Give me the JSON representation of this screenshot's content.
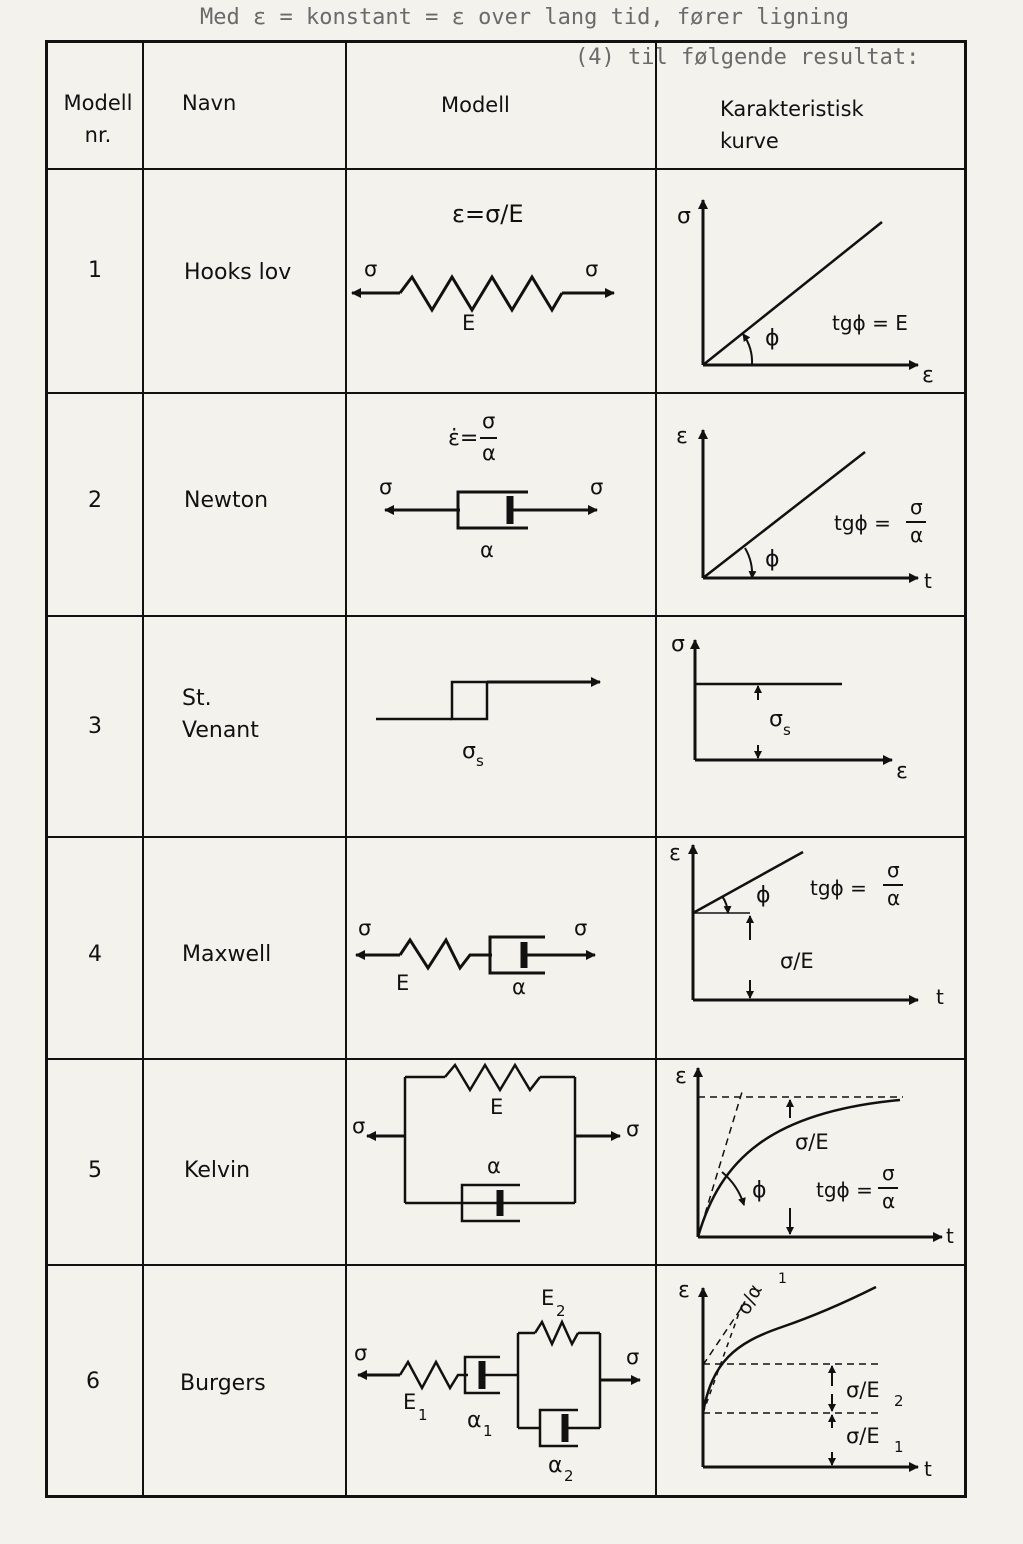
{
  "ghost_text": {
    "top_line_1": "Med ε     = konstant = ε  over lang tid, fører ligning",
    "top_line_2": "(4) til følgende resultat:"
  },
  "table": {
    "headers": {
      "nr": "Modell\nnr.",
      "name": "Navn",
      "model": "Modell",
      "curve": "Karakteristisk\nkurve"
    },
    "rows": [
      {
        "nr": "1",
        "name": "Hooks lov",
        "formula": "ε=σ/E",
        "sigma": "σ",
        "elem": "E",
        "curve_y": "σ",
        "curve_x": "ε",
        "angle": "ϕ",
        "relation": "tgϕ = E"
      },
      {
        "nr": "2",
        "name": "Newton",
        "formula_lhs": "ε̇=",
        "formula_num": "σ",
        "formula_den": "α",
        "sigma": "σ",
        "elem": "α",
        "curve_y": "ε",
        "curve_x": "t",
        "angle": "ϕ",
        "relation_lhs": "tgϕ =",
        "relation_num": "σ",
        "relation_den": "α"
      },
      {
        "nr": "3",
        "name": "St.\nVenant",
        "elem": "σ",
        "elem_sub": "s",
        "curve_y": "σ",
        "curve_x": "ε",
        "level": "σ",
        "level_sub": "s"
      },
      {
        "nr": "4",
        "name": "Maxwell",
        "sigma": "σ",
        "elem_spring": "E",
        "elem_damper": "α",
        "curve_y": "ε",
        "curve_x": "t",
        "angle": "ϕ",
        "relation_lhs": "tgϕ =",
        "relation_num": "σ",
        "relation_den": "α",
        "jump": "σ/E"
      },
      {
        "nr": "5",
        "name": "Kelvin",
        "sigma": "σ",
        "elem_spring": "E",
        "elem_damper": "α",
        "curve_y": "ε",
        "curve_x": "t",
        "angle": "ϕ",
        "level": "σ/E",
        "relation_lhs": "tgϕ =",
        "relation_num": "σ",
        "relation_den": "α"
      },
      {
        "nr": "6",
        "name": "Burgers",
        "sigma": "σ",
        "elem_e1": "E",
        "elem_e1_sub": "1",
        "elem_a1": "α",
        "elem_a1_sub": "1",
        "elem_e2": "E",
        "elem_e2_sub": "2",
        "elem_a2": "α",
        "elem_a2_sub": "2",
        "curve_y": "ε",
        "curve_x": "t",
        "slope_label": "σ/α",
        "slope_sub": "1",
        "level_e2": "σ/E",
        "level_e2_sub": "2",
        "level_e1": "σ/E",
        "level_e1_sub": "1"
      }
    ]
  }
}
